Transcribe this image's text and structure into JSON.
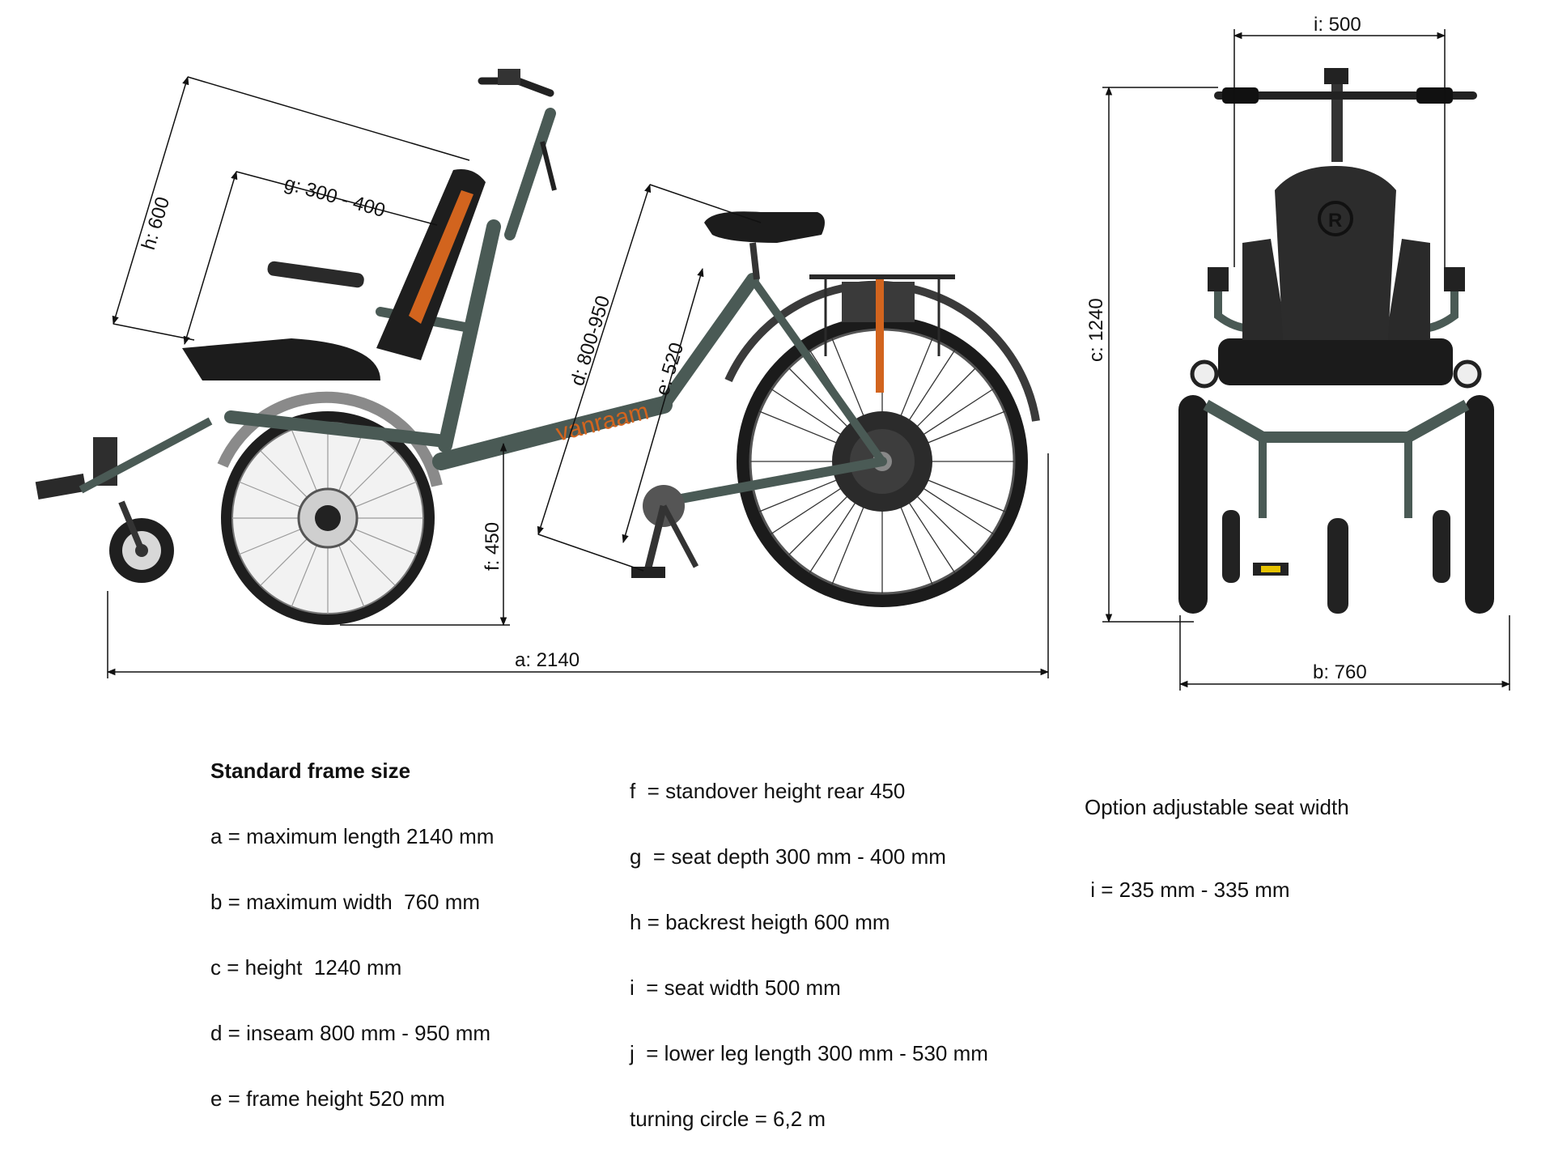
{
  "brand": {
    "frame_name": "vanraam",
    "accent_color": "#d2641e",
    "frame_color": "#4a5a55",
    "seat_logo": "R"
  },
  "dimensions": {
    "h": "h: 600",
    "g": "g: 300 - 400",
    "d": "d: 800-950",
    "e": "e: 520",
    "f": "f: 450",
    "a": "a: 2140",
    "i": "i: 500",
    "c": "c: 1240",
    "b": "b: 760"
  },
  "specs": {
    "col1": {
      "title": "Standard frame size",
      "lines": [
        "a = maximum length 2140 mm",
        "b = maximum width  760 mm",
        "c = height  1240 mm",
        "d = inseam 800 mm - 950 mm",
        "e = frame height 520 mm"
      ]
    },
    "col2": {
      "lines": [
        "f  = standover height rear 450",
        "g  = seat depth 300 mm - 400 mm",
        "h = backrest heigth 600 mm",
        "i  = seat width 500 mm",
        "j  = lower leg length 300 mm - 530 mm",
        "turning circle = 6,2 m"
      ]
    },
    "col3": {
      "title": "Option adjustable seat width",
      "lines": [
        " i = 235 mm - 335 mm"
      ]
    }
  }
}
